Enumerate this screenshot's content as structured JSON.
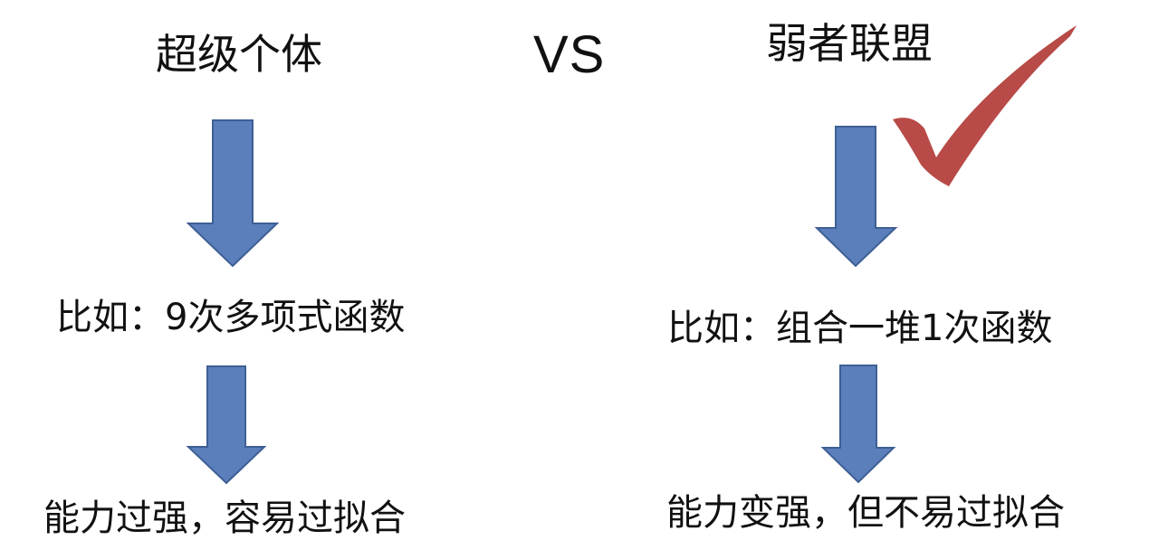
{
  "left": {
    "title": "超级个体",
    "example": "比如：9次多项式函数",
    "result": "能力过强，容易过拟合"
  },
  "vs": "VS",
  "right": {
    "title": "弱者联盟",
    "example": "比如：组合一堆1次函数",
    "result": "能力变强，但不易过拟合"
  },
  "colors": {
    "arrow_fill": "#5a7fbb",
    "arrow_stroke": "#3e5f94",
    "check": "#b84a47",
    "text": "#111111"
  },
  "icons": {
    "arrow": "down-arrow-icon",
    "check": "check-mark-icon"
  }
}
